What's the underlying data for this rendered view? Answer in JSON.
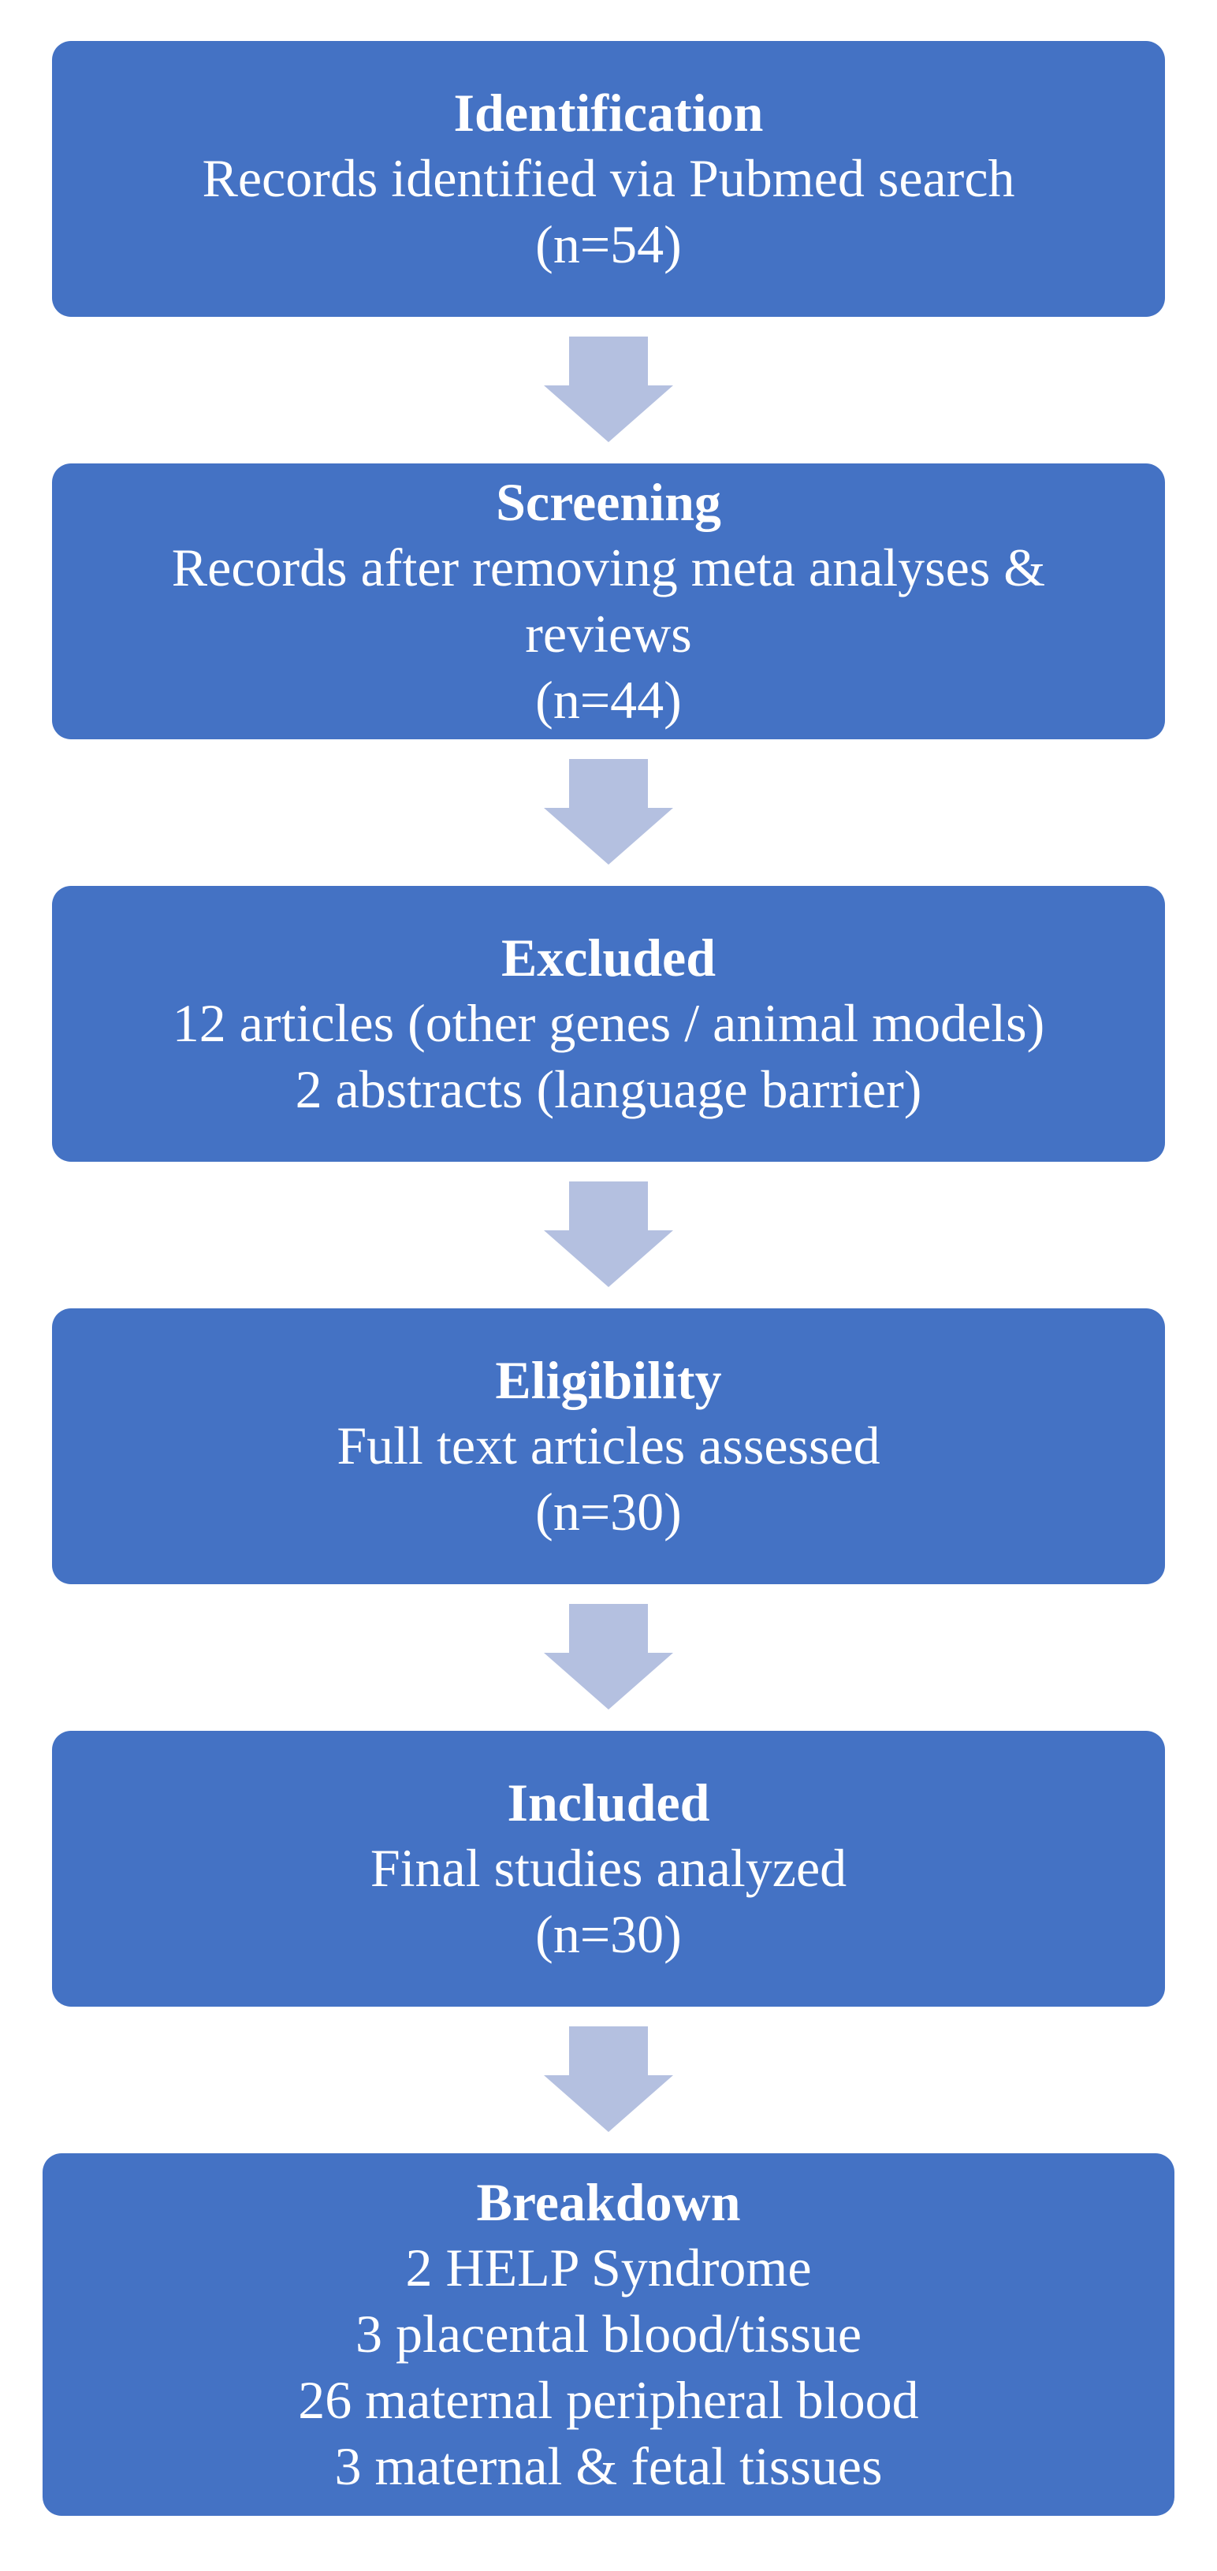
{
  "colors": {
    "box_fill": "#4472c4",
    "box_text": "#ffffff",
    "arrow_fill": "#b4c0e0"
  },
  "steps": [
    {
      "title": "Identification",
      "lines": [
        "Records identified via Pubmed search",
        "(n=54)"
      ]
    },
    {
      "title": "Screening",
      "lines": [
        "Records after removing meta analyses &",
        "reviews",
        "(n=44)"
      ]
    },
    {
      "title": "Excluded",
      "lines": [
        "12 articles (other genes / animal models)",
        "2 abstracts (language barrier)"
      ]
    },
    {
      "title": "Eligibility",
      "lines": [
        "Full text articles assessed",
        "(n=30)"
      ]
    },
    {
      "title": "Included",
      "lines": [
        "Final studies analyzed",
        "(n=30)"
      ]
    },
    {
      "title": "Breakdown",
      "lines": [
        "2 HELP Syndrome",
        "3 placental blood/tissue",
        "26 maternal peripheral blood",
        "3 maternal & fetal tissues"
      ]
    }
  ],
  "arrows": [
    {
      "icon": "down-arrow-icon"
    },
    {
      "icon": "down-arrow-icon"
    },
    {
      "icon": "down-arrow-icon"
    },
    {
      "icon": "down-arrow-icon"
    },
    {
      "icon": "down-arrow-icon"
    }
  ]
}
